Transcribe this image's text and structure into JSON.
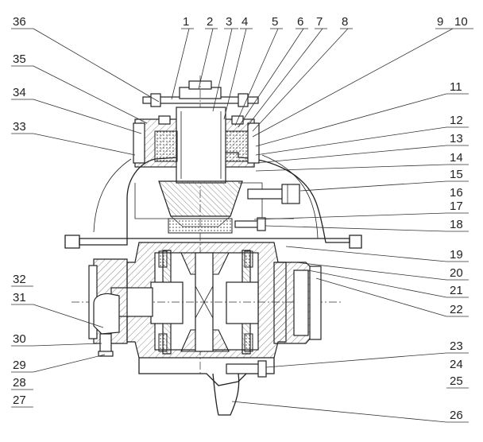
{
  "labels": [
    {
      "text": "1"
    },
    {
      "text": "2"
    },
    {
      "text": "3"
    },
    {
      "text": "4"
    },
    {
      "text": "5"
    },
    {
      "text": "6"
    },
    {
      "text": "7"
    },
    {
      "text": "8"
    },
    {
      "text": "9"
    },
    {
      "text": "10"
    },
    {
      "text": "11"
    },
    {
      "text": "12"
    },
    {
      "text": "13"
    },
    {
      "text": "14"
    },
    {
      "text": "15"
    },
    {
      "text": "16"
    },
    {
      "text": "17"
    },
    {
      "text": "18"
    },
    {
      "text": "19"
    },
    {
      "text": "20"
    },
    {
      "text": "21"
    },
    {
      "text": "22"
    },
    {
      "text": "23"
    },
    {
      "text": "24"
    },
    {
      "text": "25"
    },
    {
      "text": "26"
    },
    {
      "text": "27"
    },
    {
      "text": "28"
    },
    {
      "text": "29"
    },
    {
      "text": "30"
    },
    {
      "text": "31"
    },
    {
      "text": "32"
    },
    {
      "text": "33"
    },
    {
      "text": "34"
    },
    {
      "text": "35"
    },
    {
      "text": "36"
    }
  ]
}
